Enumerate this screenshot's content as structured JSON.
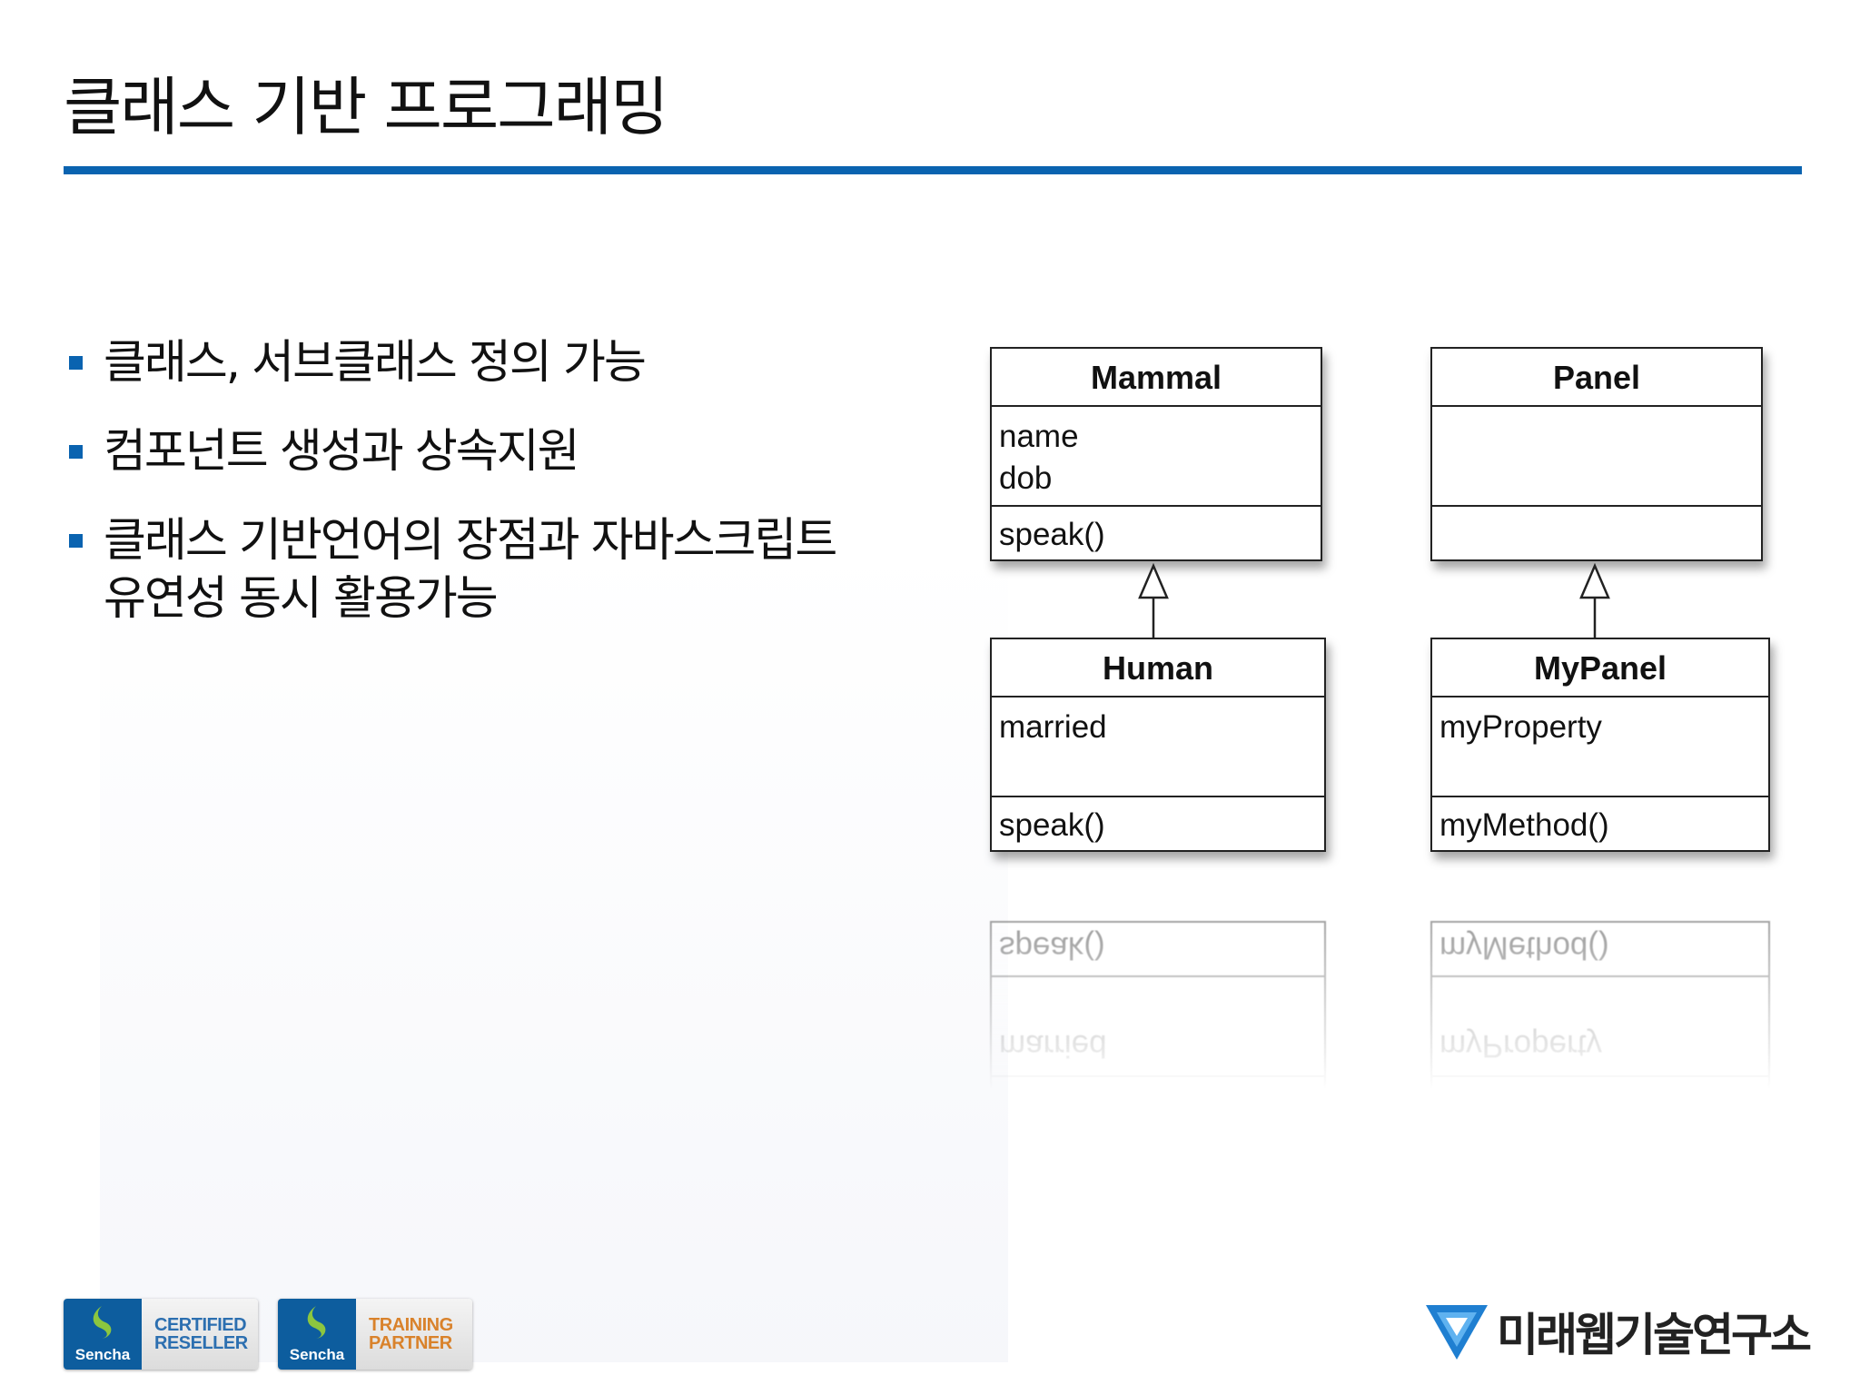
{
  "slide": {
    "title": "클래스 기반 프로그래밍",
    "bullets": [
      "클래스, 서브클래스 정의 가능",
      "컴포넌트 생성과 상속지원",
      "클래스 기반언어의 장점과 자바스크립트\n유연성 동시 활용가능"
    ]
  },
  "diagram": {
    "classes": [
      {
        "name": "Mammal",
        "attributes": [
          "name",
          "dob"
        ],
        "methods": [
          "speak()"
        ]
      },
      {
        "name": "Panel",
        "attributes": [],
        "methods": []
      },
      {
        "name": "Human",
        "attributes": [
          "married"
        ],
        "methods": [
          "speak()"
        ]
      },
      {
        "name": "MyPanel",
        "attributes": [
          "myProperty"
        ],
        "methods": [
          "myMethod()"
        ]
      }
    ],
    "relations": [
      {
        "from": "Human",
        "to": "Mammal",
        "type": "inheritance"
      },
      {
        "from": "MyPanel",
        "to": "Panel",
        "type": "inheritance"
      }
    ]
  },
  "footer": {
    "badge1": {
      "brand": "Sencha",
      "line1": "CERTIFIED",
      "line2": "RESELLER"
    },
    "badge2": {
      "brand": "Sencha",
      "line1": "TRAINING",
      "line2": "PARTNER"
    },
    "company": "미래웹기술연구소"
  },
  "colors": {
    "accent": "#0a63b0",
    "badge_blue": "#0d5d9e",
    "reseller_text": "#2c6fb0",
    "partner_text": "#d9822b",
    "sencha_leaf": "#8cc63f"
  }
}
